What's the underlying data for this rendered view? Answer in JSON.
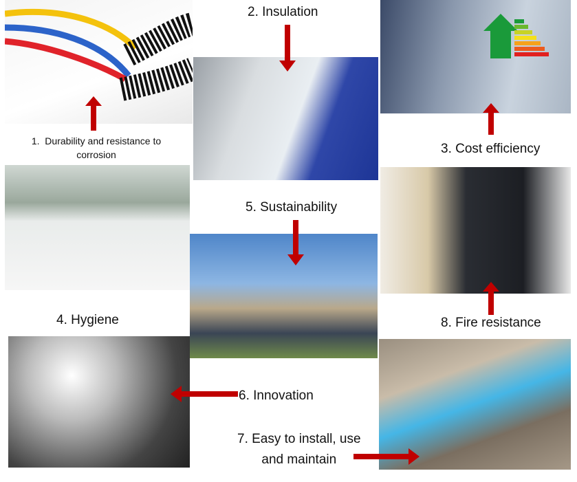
{
  "benefits": [
    {
      "number": "1.",
      "label": "Durability and resistance to",
      "label_line2": "corrosion"
    },
    {
      "label": "2. Insulation"
    },
    {
      "label": "3. Cost efficiency"
    },
    {
      "label": "4. Hygiene"
    },
    {
      "label": "5. Sustainability"
    },
    {
      "label": "6. Innovation"
    },
    {
      "label": "7. Easy to install, use",
      "label_line2": "and maintain"
    },
    {
      "label": "8. Fire resistance"
    }
  ],
  "colors": {
    "arrow": "#c00000"
  }
}
